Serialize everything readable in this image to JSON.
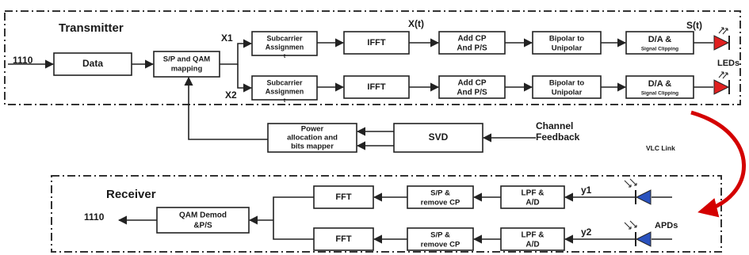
{
  "transmitter": {
    "title": "Transmitter",
    "input_bits": "1110",
    "data_block": "Data",
    "sp_qam": [
      "S/P and QAM",
      "mapping"
    ],
    "branch1_label": "X1",
    "branch2_label": "X2",
    "subcarrier": [
      "Subcarrier",
      "Assignmen",
      "t"
    ],
    "ifft": "IFFT",
    "xt_label": "X(t)",
    "add_cp": [
      "Add CP",
      "And P/S"
    ],
    "bipolar": [
      "Bipolar to",
      "Unipolar"
    ],
    "da": "D/A  &",
    "clipping": "Signal Clipping",
    "st_label": "S(t)",
    "leds_label": "LEDs"
  },
  "feedback": {
    "power": [
      "Power",
      "allocation and",
      "bits mapper"
    ],
    "svd": "SVD",
    "channel_feedback": [
      "Channel",
      "Feedback"
    ],
    "vlc_link": "VLC Link"
  },
  "receiver": {
    "title": "Receiver",
    "output_bits": "1110",
    "qam_demod": [
      "QAM Demod",
      "&P/S"
    ],
    "fft": "FFT",
    "sp_remove": [
      "S/P &",
      "remove CP"
    ],
    "lpf": [
      "LPF &",
      "A/D"
    ],
    "y1_label": "y1",
    "y2_label": "y2",
    "apds_label": "APDs"
  },
  "colors": {
    "led": "#e02020",
    "apd": "#2a52be",
    "vlc_arrow": "#d40000"
  }
}
